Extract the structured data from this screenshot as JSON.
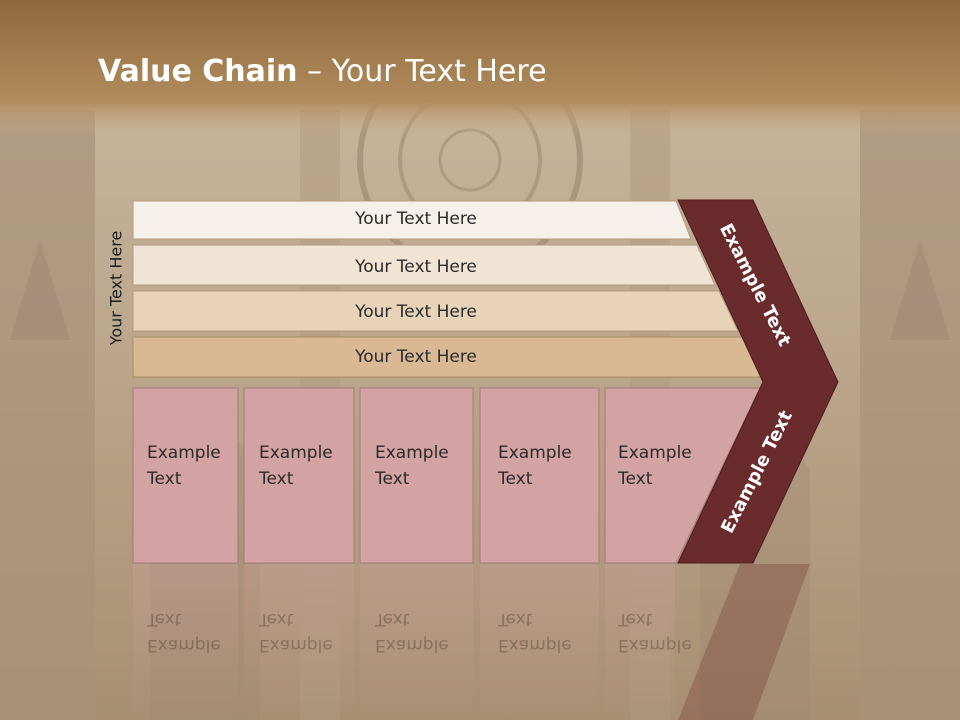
{
  "slide": {
    "title_bold": "Value Chain",
    "title_rest": " – Your Text Here",
    "side_label": "Your Text Here",
    "bars": [
      {
        "label": "Your Text Here",
        "color": "#f6f0ea"
      },
      {
        "label": "Your Text Here",
        "color": "#f1e4d4"
      },
      {
        "label": "Your Text Here",
        "color": "#e8d3b8"
      },
      {
        "label": "Your Text Here",
        "color": "#d9b993"
      }
    ],
    "boxes": [
      {
        "line1": "Example",
        "line2": "Text"
      },
      {
        "line1": "Example",
        "line2": "Text"
      },
      {
        "line1": "Example",
        "line2": "Text"
      },
      {
        "line1": "Example",
        "line2": "Text"
      },
      {
        "line1": "Example",
        "line2": "Text"
      }
    ],
    "chevron_top": "Example Text",
    "chevron_bottom": "Example Text",
    "colors": {
      "header_band": "#a88150",
      "chevron": "#6a2b2c",
      "box_fill": "#d3a2a2",
      "box_border": "#a37a7a"
    }
  }
}
